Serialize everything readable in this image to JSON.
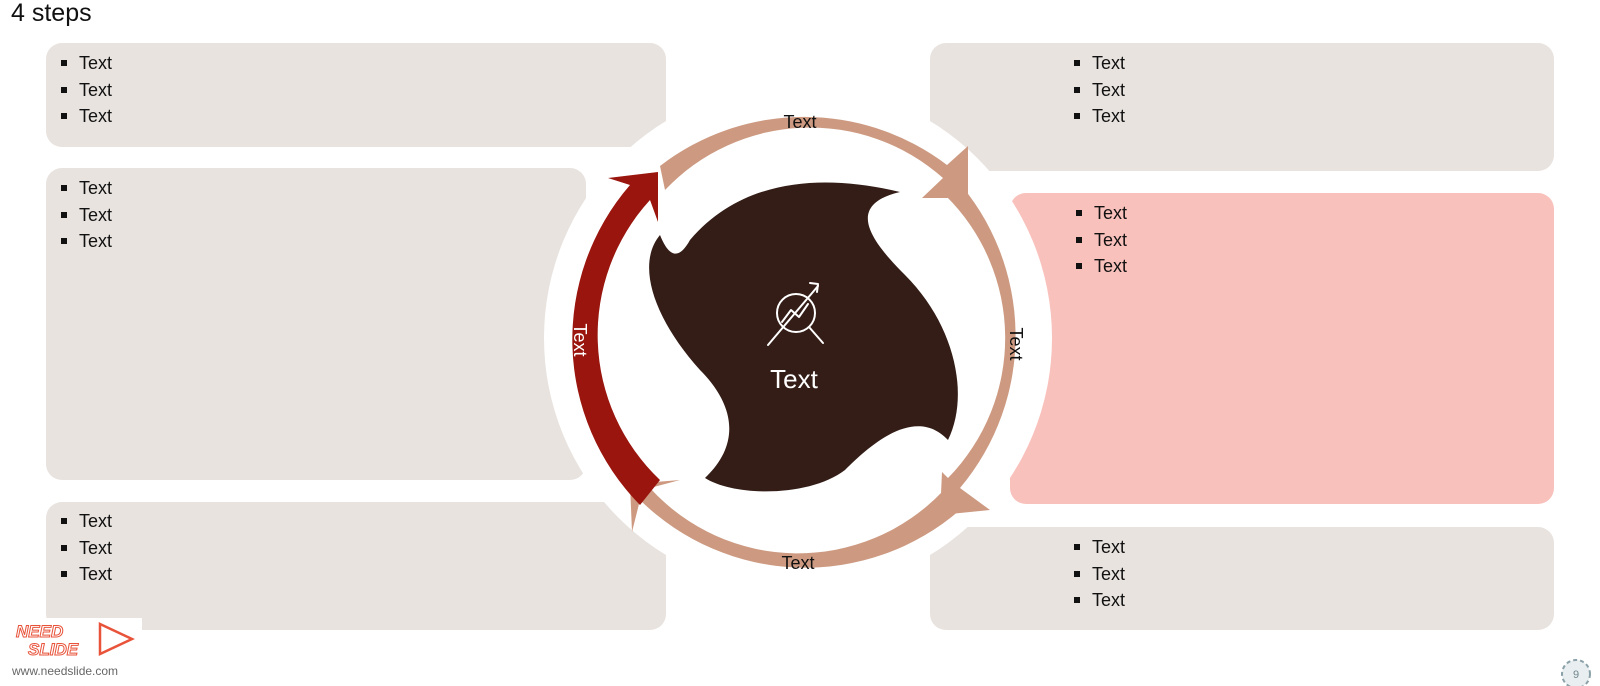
{
  "title": "4 steps",
  "center": {
    "label": "Text",
    "icon": "magnifier-growth-chart-icon"
  },
  "arrows": {
    "top": "Text",
    "right": "Text",
    "bottom": "Text",
    "left": "Text"
  },
  "panels": {
    "top_left": [
      "Text",
      "Text",
      "Text"
    ],
    "top_right": [
      "Text",
      "Text",
      "Text"
    ],
    "middle_left": [
      "Text",
      "Text",
      "Text"
    ],
    "middle_right": [
      "Text",
      "Text",
      "Text"
    ],
    "bottom_left": [
      "Text",
      "Text",
      "Text"
    ],
    "bottom_right": [
      "Text",
      "Text",
      "Text"
    ]
  },
  "colors": {
    "panel": "#e8e3df",
    "panel_highlight": "#f9c1bc",
    "arrow": "#cd9a81",
    "arrow_active": "#99150d",
    "center_blob": "#331d16"
  },
  "footer": {
    "logo_line1": "NEED",
    "logo_line2": "SLIDE",
    "url": "www.needslide.com",
    "page_number": "9"
  }
}
